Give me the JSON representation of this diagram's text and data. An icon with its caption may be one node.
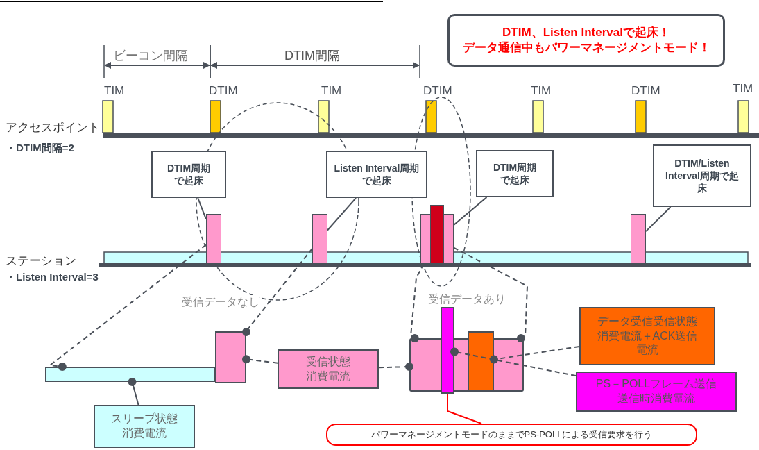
{
  "diagram": {
    "nodes": [
      {
        "text": [
          "DTIM、Listen Intervalで起床！",
          "データ通信中もパワーマネージメントモード！"
        ]
      },
      {
        "text": [
          "DTIM周期で起床"
        ]
      },
      {
        "text": [
          "Listen Interval周期で起床"
        ]
      },
      {
        "text": [
          "DTIM周期で起床"
        ]
      },
      {
        "text": [
          "DTIM/Listen Interval周期で起床"
        ]
      },
      {
        "text": [],
        "shape": "bar"
      },
      {
        "text": [],
        "shape": "bar"
      },
      {
        "text": [],
        "shape": "bar"
      },
      {
        "text": [],
        "shape": "bar"
      },
      {
        "text": [
          "受信状態消費電流"
        ]
      },
      {
        "text": [
          "スリープ状態消費電流"
        ]
      },
      {
        "text": [
          "データ受信受信状態消費電流＋ACK送信電流"
        ]
      },
      {
        "text": [
          "PS－POLLフレーム送信送信時消費電流"
        ]
      },
      {
        "text": [
          "パワーマネージメントモードのままでPS-POLLによる受信要求を行う"
        ]
      },
      {
        "text": [],
        "shape": "bar"
      },
      {
        "text": [],
        "shape": "bar"
      },
      {
        "text": [],
        "shape": "box"
      },
      {
        "text": [],
        "shape": "bar"
      },
      {
        "text": [],
        "shape": "bar"
      }
    ],
    "edges": [
      {
        "from": 1,
        "to": 5,
        "arrow": "none"
      },
      {
        "from": 2,
        "to": 6,
        "arrow": "none"
      },
      {
        "from": 3,
        "to": 7,
        "arrow": "none"
      },
      {
        "from": 4,
        "to": 8,
        "arrow": "none"
      },
      {
        "from": 10,
        "to": 14,
        "arrow": "other"
      },
      {
        "from": 9,
        "to": 15,
        "arrow": "other",
        "style": "dashed"
      },
      {
        "from": 9,
        "to": 16,
        "arrow": "other",
        "style": "dashed"
      },
      {
        "from": 11,
        "to": 17,
        "arrow": "other",
        "style": "dashed"
      },
      {
        "from": 12,
        "to": 18,
        "arrow": "other",
        "style": "dashed"
      },
      {
        "from": 13,
        "to": 18,
        "arrow": "none",
        "color": "#ff0000"
      },
      {
        "from": 5,
        "to": 14,
        "arrow": "other",
        "style": "dashed"
      },
      {
        "from": 6,
        "to": 15,
        "arrow": "other",
        "style": "dashed"
      },
      {
        "from": 7,
        "to": 16,
        "arrow": "other",
        "style": "dashed"
      },
      {
        "from": 7,
        "to": 16,
        "arrow": "other",
        "style": "dashed"
      }
    ],
    "labels": [
      "ビーコン間隔",
      "DTIM間隔",
      "TIM",
      "DTIM",
      "TIM",
      "DTIM",
      "TIM",
      "DTIM",
      "TIM",
      "アクセスポイント",
      "・DTIM間隔=2",
      "ステーション",
      "・Listen Interval=3",
      "受信データなし",
      "受信データあり"
    ]
  }
}
